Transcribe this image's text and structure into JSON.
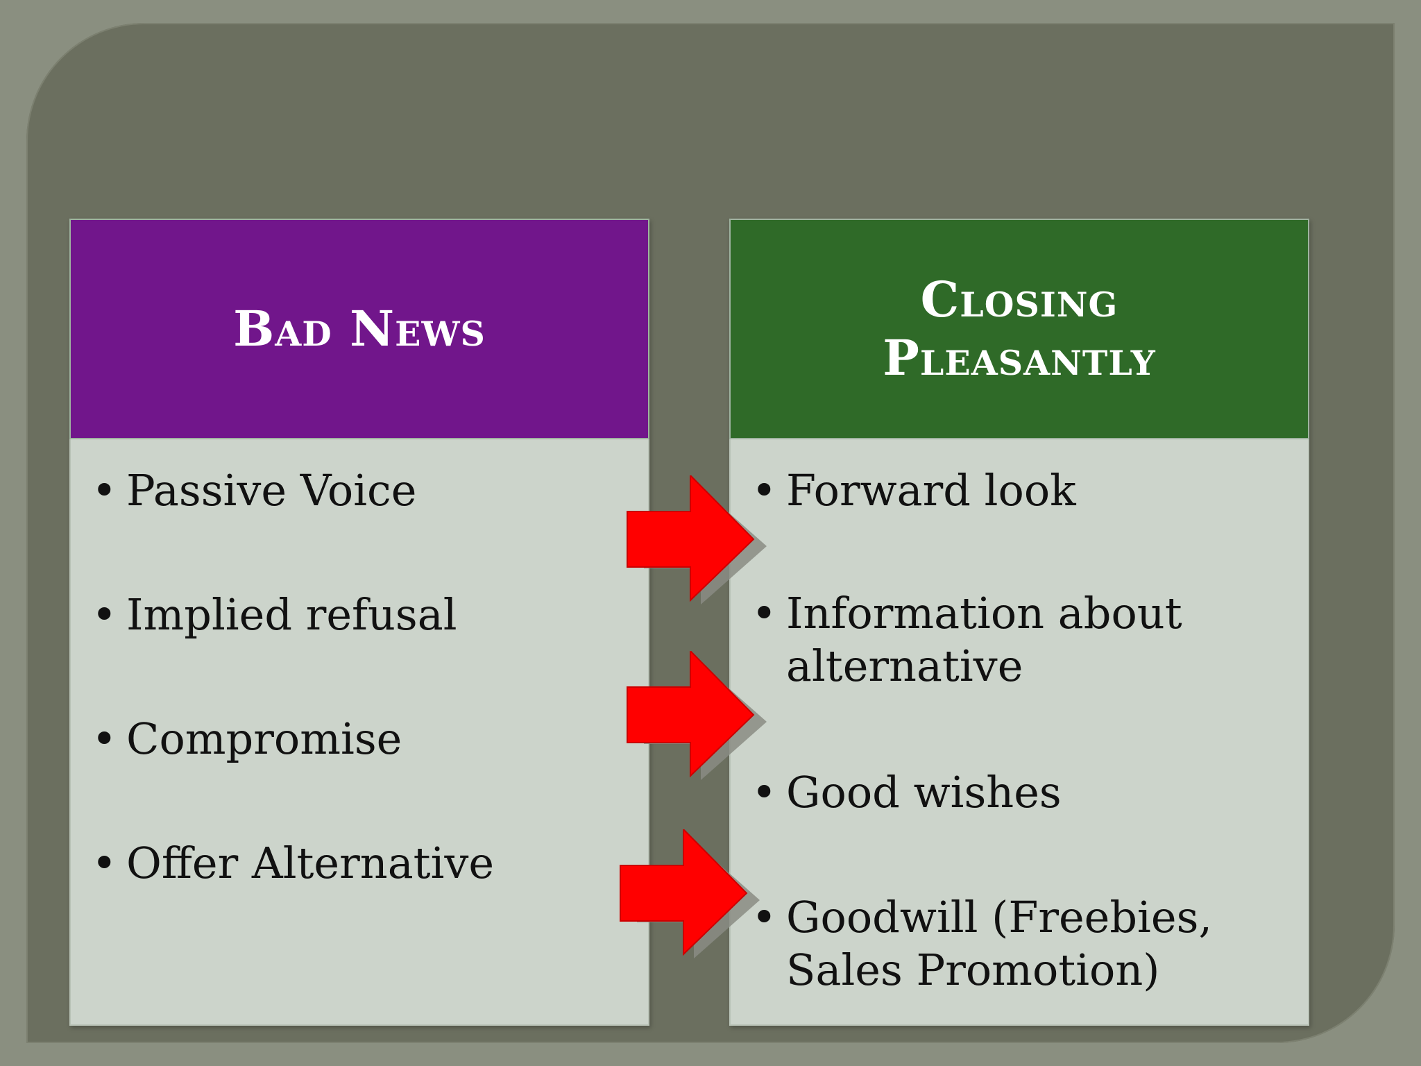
{
  "left": {
    "title_line1": "Bad News",
    "items": [
      "Passive Voice",
      "Implied refusal",
      "Compromise",
      "Offer Alternative"
    ]
  },
  "right": {
    "title_line1": "Closing",
    "title_line2": "Pleasantly",
    "items": [
      "Forward look",
      "Information about alternative",
      "Good wishes",
      "Goodwill (Freebies, Sales Promotion)"
    ]
  },
  "colors": {
    "left_header": "#71168b",
    "right_header": "#2f6a28",
    "body": "#ccd4cb",
    "arrow": "#ff0000",
    "background": "#6b6f5f"
  },
  "icons": {
    "arrow": "right-arrow-icon"
  }
}
